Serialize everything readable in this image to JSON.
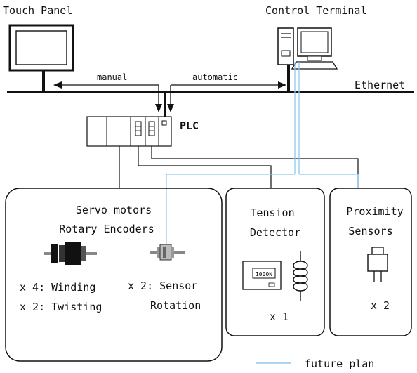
{
  "nodes": {
    "touch_panel": {
      "label": "Touch Panel"
    },
    "control_terminal": {
      "label": "Control Terminal"
    },
    "ethernet": {
      "label": "Ethernet"
    },
    "plc": {
      "label": "PLC"
    },
    "servo": {
      "title_line1": "Servo motors",
      "title_line2": "Rotary Encoders",
      "qty_winding": "x 4: Winding",
      "qty_twisting": "x 2: Twisting",
      "qty_sensor": "x 2: Sensor",
      "qty_rotation": "Rotation"
    },
    "tension": {
      "title_line1": "Tension",
      "title_line2": "Detector",
      "display_value": "1000N",
      "qty": "x 1"
    },
    "proximity": {
      "title_line1": "Proximity",
      "title_line2": "Sensors",
      "qty": "x 2"
    }
  },
  "edges": {
    "manual": {
      "label": "manual"
    },
    "automatic": {
      "label": "automatic"
    }
  },
  "legend": {
    "future_plan": "future plan",
    "future_color": "#8ec8ee",
    "line_color": "#111111"
  }
}
